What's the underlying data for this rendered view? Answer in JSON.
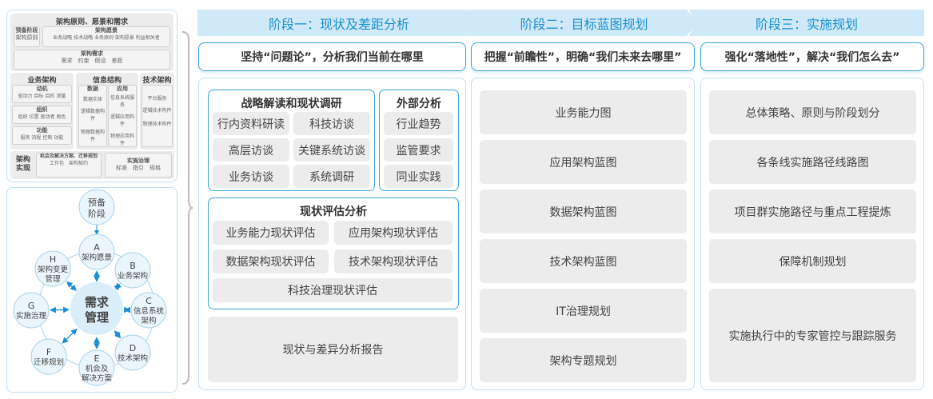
{
  "left_top": {
    "title": "架构原则、愿景和需求",
    "prep": {
      "title": "预备阶段",
      "text": "架构原则"
    },
    "vision": {
      "title": "架构愿景",
      "text": "业务战略 技术战略 业务原则 架构愿景 利益相关者"
    },
    "requirements": {
      "title": "架构需求",
      "text": "需求　约束　假设　差距"
    },
    "business": {
      "title": "业务架构",
      "groups": [
        {
          "title": "动机",
          "text": "驱动力 目标 目的 测量"
        },
        {
          "title": "组织",
          "text": "组织 位置 驱动者 角色"
        },
        {
          "title": "功能",
          "text": "服务 流程 控制 功能"
        }
      ]
    },
    "info": {
      "title": "信息结构",
      "data": {
        "title": "数据",
        "items": [
          "数据实体",
          "逻辑数据构件",
          "物理数据构件"
        ]
      },
      "app": {
        "title": "应用",
        "items": [
          "信息系统服务",
          "逻辑应用构件",
          "物理应用构件"
        ]
      }
    },
    "tech": {
      "title": "技术架构",
      "items": [
        "平台服务",
        "逻辑技术构件",
        "物理技术构件"
      ]
    },
    "realization": {
      "title": "架构实现",
      "opportunity": {
        "title": "机会及解决方案、迁移规划",
        "text": "工作包　架构契约"
      },
      "governance": {
        "title": "实施治理",
        "text": "标准　指引　规格"
      }
    }
  },
  "cycle": {
    "prep": [
      "预备",
      "阶段"
    ],
    "center": [
      "需求",
      "管理"
    ],
    "phases": [
      {
        "letter": "A",
        "lines": [
          "架构愿景"
        ]
      },
      {
        "letter": "B",
        "lines": [
          "业务架构"
        ]
      },
      {
        "letter": "C",
        "lines": [
          "信息系统",
          "架构"
        ]
      },
      {
        "letter": "D",
        "lines": [
          "技术架构"
        ]
      },
      {
        "letter": "E",
        "lines": [
          "机会及",
          "解决方案"
        ]
      },
      {
        "letter": "F",
        "lines": [
          "迁移规划"
        ]
      },
      {
        "letter": "G",
        "lines": [
          "实施治理"
        ]
      },
      {
        "letter": "H",
        "lines": [
          "架构变更",
          "管理"
        ]
      }
    ]
  },
  "stages": [
    {
      "title": "阶段一：现状及差距分析",
      "subtitle": "坚持“问题论”，分析我们当前在哪里"
    },
    {
      "title": "阶段二：目标蓝图规划",
      "subtitle": "把握“前瞻性”，明确“我们未来去哪里”"
    },
    {
      "title": "阶段三：实施规划",
      "subtitle": "强化“落地性”，解决“我们怎么去”"
    }
  ],
  "stage1": {
    "strategy": {
      "title": "战略解读和现状调研",
      "items": [
        "行内资料研读",
        "科技访谈",
        "高层访谈",
        "关键系统访谈",
        "业务访谈",
        "系统调研"
      ]
    },
    "external": {
      "title": "外部分析",
      "items": [
        "行业趋势",
        "监管要求",
        "同业实践"
      ]
    },
    "assessment": {
      "title": "现状评估分析",
      "items": [
        "业务能力现状评估",
        "应用架构现状评估",
        "数据架构现状评估",
        "技术架构现状评估",
        "科技治理现状评估"
      ]
    },
    "report": "现状与差异分析报告"
  },
  "stage2": {
    "items": [
      "业务能力图",
      "应用架构蓝图",
      "数据架构蓝图",
      "技术架构蓝图",
      "IT治理规划",
      "架构专题规划"
    ]
  },
  "stage3": {
    "items": [
      "总体策略、原则与阶段划分",
      "各条线实施路径线路图",
      "项目群实施路径与重点工程提炼",
      "保障机制规划",
      "实施执行中的专家管控与跟踪服务"
    ]
  },
  "colors": {
    "accent": "#3aa3d8",
    "header_bg": "#cfe9f8",
    "header_text": "#1a8fd0",
    "item_bg": "#ececec"
  }
}
